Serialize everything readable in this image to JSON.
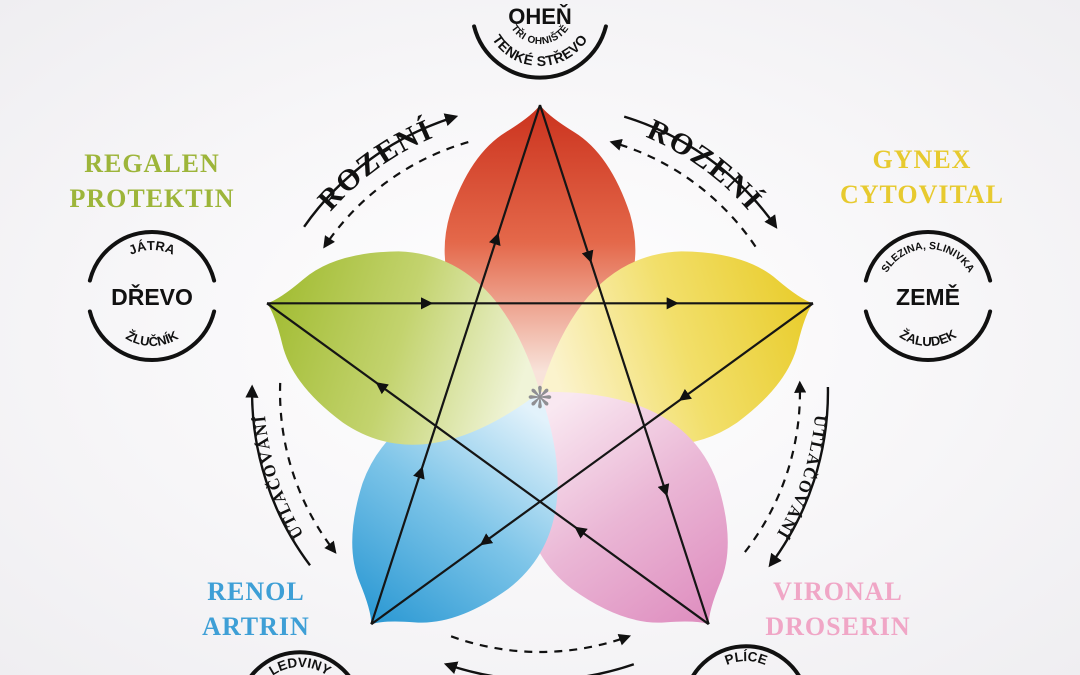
{
  "diagram": {
    "kind": "five-elements-pentagram",
    "center_glyph": "❋",
    "center_glyph_color": "#8f8f93"
  },
  "cycles": {
    "generation_top_left": "ROZENÍ",
    "generation_top_right": "ROZENÍ",
    "suppression_left": "UTLAČOVÁNÍ",
    "suppression_right": "UTLAČOVÁNÍ"
  },
  "elements": {
    "fire": {
      "name": "OHEŇ",
      "organ_small": "TŘI OHNIŠTĚ",
      "organ_bottom": "TENKÉ STŘEVO",
      "petal_color": "#cc3520"
    },
    "earth": {
      "name": "ZEMĚ",
      "organ_top": "SLEZINA, SLINIVKA",
      "organ_bottom": "ŽALUDEK",
      "petal_color": "#e9cd2e",
      "products": {
        "line1": "GYNEX",
        "line2": "CYTOVITAL",
        "color": "#e7ca2f"
      }
    },
    "metal": {
      "organ_top": "PLÍCE",
      "petal_color": "#df8fc0",
      "products": {
        "line1": "VIRONAL",
        "line2": "DROSERIN",
        "color": "#f0a6c6"
      }
    },
    "water": {
      "organ_top": "LEDVINY",
      "petal_color": "#2e9ad4",
      "products": {
        "line1": "RENOL",
        "line2": "ARTRIN",
        "color": "#3e9fd6"
      }
    },
    "wood": {
      "name": "DŘEVO",
      "organ_top": "JÁTRA",
      "organ_bottom": "ŽLUČNÍK",
      "petal_color": "#a3bd35",
      "products": {
        "line1": "REGALEN",
        "line2": "PROTEKTIN",
        "color": "#9db53a"
      }
    }
  }
}
